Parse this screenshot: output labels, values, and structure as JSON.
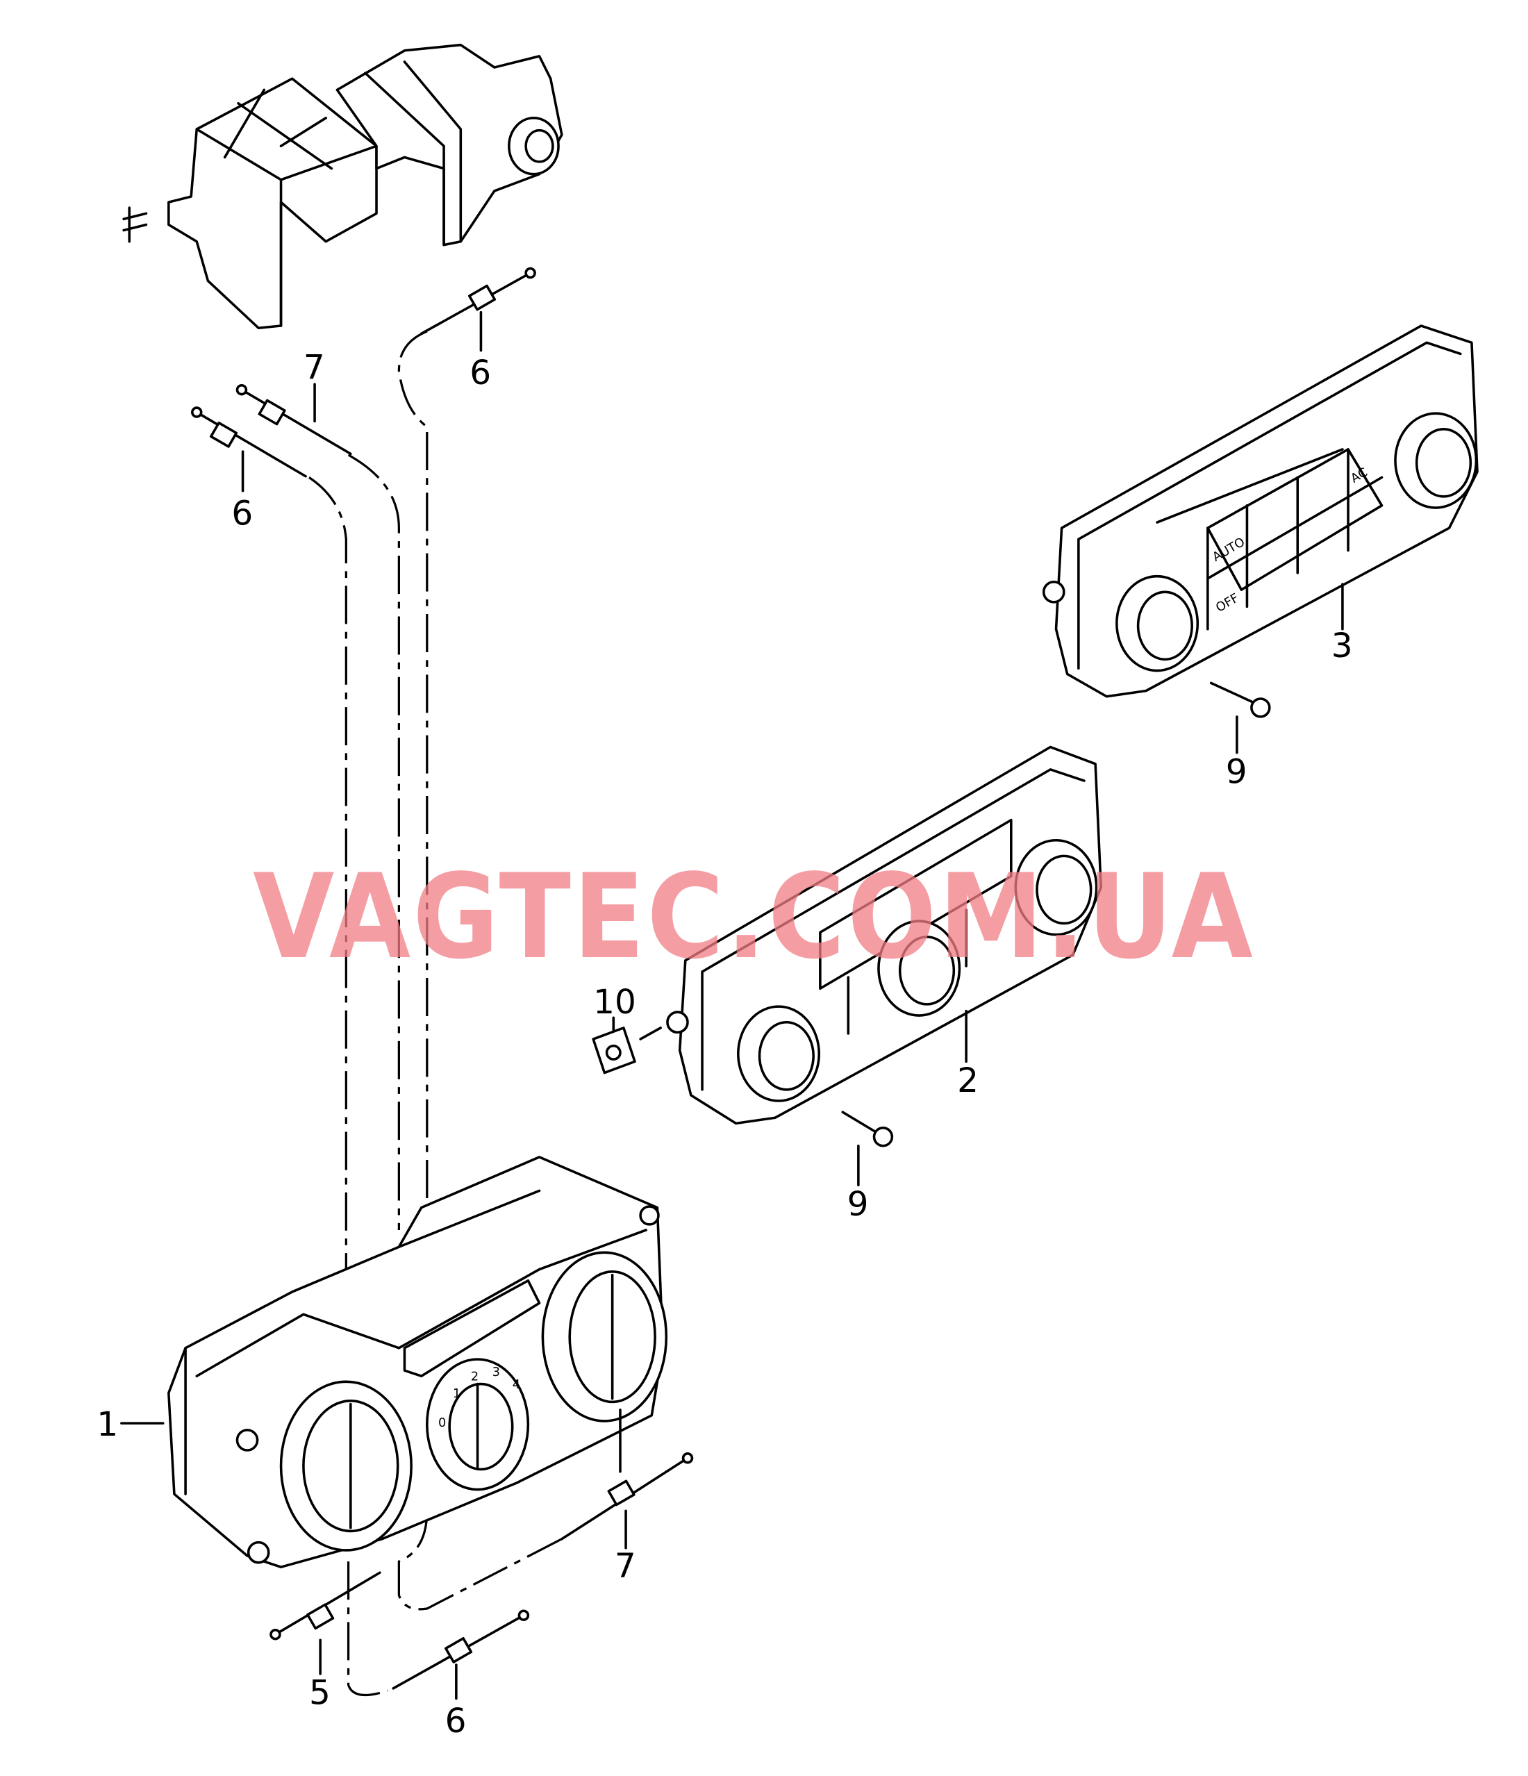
{
  "watermark": "VAGTEC.COM.UA",
  "callouts": {
    "c1": "1",
    "c2": "2",
    "c3": "3",
    "c5": "5",
    "c6a": "6",
    "c6b": "6",
    "c6c": "6",
    "c7a": "7",
    "c7b": "7",
    "c9a": "9",
    "c9b": "9",
    "c10": "10"
  },
  "panel3_buttons": {
    "auto": "AUTO",
    "off": "OFF",
    "ac": "AC"
  },
  "panel1_fan_scale": [
    "0",
    "1",
    "2",
    "3",
    "4"
  ],
  "colors": {
    "line": "#000000",
    "watermark": "#f07d86"
  }
}
